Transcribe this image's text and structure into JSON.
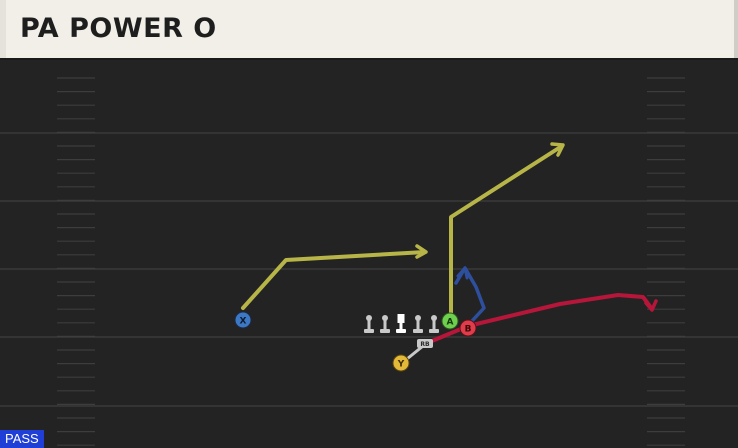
{
  "play": {
    "title": "PA POWER O",
    "type_label": "PASS"
  },
  "colors": {
    "field": "#232323",
    "yard_line": "#3a3a3a",
    "hash": "#3d3d3d",
    "route_yellow": "#b7b548",
    "route_red": "#b5163a",
    "route_blue": "#2d4f9e",
    "player_x": "#3d78c4",
    "player_a": "#6fcf4e",
    "player_b": "#e03c4a",
    "player_y": "#e3b93a",
    "lineman": "#c9c9c9",
    "badge": "#1f3fd6"
  },
  "players": [
    {
      "label": "X",
      "role": "receiver",
      "color": "#3d78c4"
    },
    {
      "label": "A",
      "role": "receiver",
      "color": "#6fcf4e"
    },
    {
      "label": "B",
      "role": "receiver",
      "color": "#e03c4a"
    },
    {
      "label": "Y",
      "role": "receiver",
      "color": "#e3b93a"
    },
    {
      "label": "RB",
      "role": "running-back",
      "color": "#c9c9c9"
    }
  ],
  "icons": {
    "lineman": "lineman-icon",
    "center": "center-icon",
    "route_arrow": "arrowhead-icon"
  }
}
